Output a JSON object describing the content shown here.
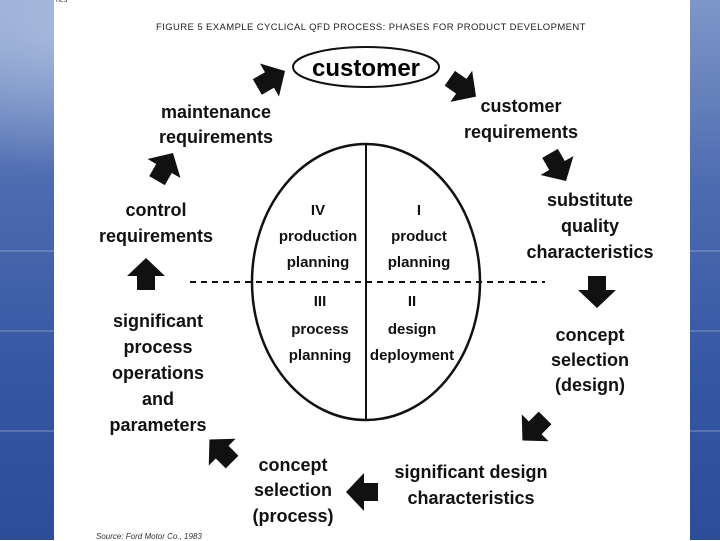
{
  "slide_corner_text": "ries",
  "figure": {
    "title": "FIGURE 5  EXAMPLE CYCLICAL QFD PROCESS: PHASES FOR PRODUCT DEVELOPMENT",
    "source": "Source: Ford Motor Co., 1983"
  },
  "hub": {
    "label": "customer"
  },
  "phases": [
    {
      "numeral": "I",
      "lines": [
        "product",
        "planning"
      ]
    },
    {
      "numeral": "II",
      "lines": [
        "design",
        "deployment"
      ]
    },
    {
      "numeral": "III",
      "lines": [
        "process",
        "planning"
      ]
    },
    {
      "numeral": "IV",
      "lines": [
        "production",
        "planning"
      ]
    }
  ],
  "cycle_steps": [
    {
      "id": "customer-requirements",
      "lines": [
        "customer",
        "requirements"
      ]
    },
    {
      "id": "substitute-quality-characteristics",
      "lines": [
        "substitute",
        "quality",
        "characteristics"
      ]
    },
    {
      "id": "concept-selection-design",
      "lines": [
        "concept",
        "selection",
        "(design)"
      ]
    },
    {
      "id": "significant-design-characteristics",
      "lines": [
        "significant design",
        "characteristics"
      ]
    },
    {
      "id": "concept-selection-process",
      "lines": [
        "concept",
        "selection",
        "(process)"
      ]
    },
    {
      "id": "significant-process-operations",
      "lines": [
        "significant",
        "process",
        "operations",
        "and",
        "parameters"
      ]
    },
    {
      "id": "control-requirements",
      "lines": [
        "control",
        "requirements"
      ]
    },
    {
      "id": "maintenance-requirements",
      "lines": [
        "maintenance",
        "requirements"
      ]
    }
  ],
  "colors": {
    "ink": "#111111",
    "paper": "#ffffff",
    "slide_blue": "#3556a3"
  }
}
